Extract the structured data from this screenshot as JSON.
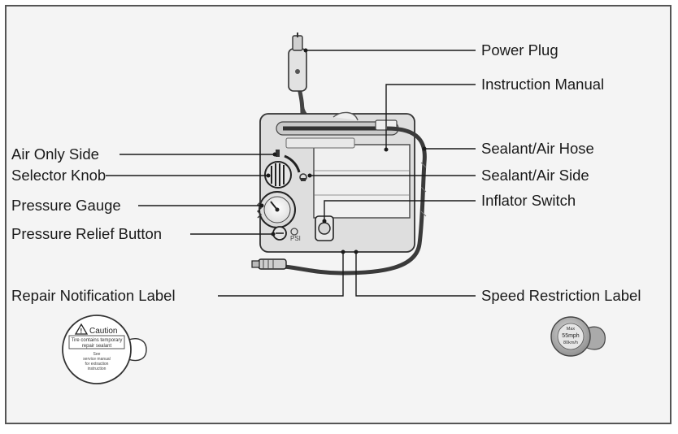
{
  "labels": {
    "power_plug": "Power Plug",
    "instruction_manual": "Instruction Manual",
    "sealant_air_hose": "Sealant/Air Hose",
    "air_only_side": "Air Only Side",
    "selector_knob": "Selector Knob",
    "sealant_air_side": "Sealant/Air Side",
    "pressure_gauge": "Pressure Gauge",
    "inflator_switch": "Inflator Switch",
    "pressure_relief_button": "Pressure Relief Button",
    "repair_notification_label": "Repair Notification Label",
    "speed_restriction_label": "Speed Restriction Label"
  },
  "caution_sticker": {
    "heading": "Caution",
    "line1": "Tire contains temporary",
    "line2": "repair sealant",
    "line3": "See",
    "line4": "service manual",
    "line5": "for extraction",
    "line6": "instruction"
  },
  "speed_sticker": {
    "line1": "Max",
    "line2": "55mph",
    "line3": "80km/h"
  },
  "colors": {
    "frame": "#555555",
    "panel": "#f4f4f4",
    "device_body": "#dedede",
    "device_outline": "#333333",
    "hose": "#3a3a3a",
    "text": "#1a1a1a"
  }
}
